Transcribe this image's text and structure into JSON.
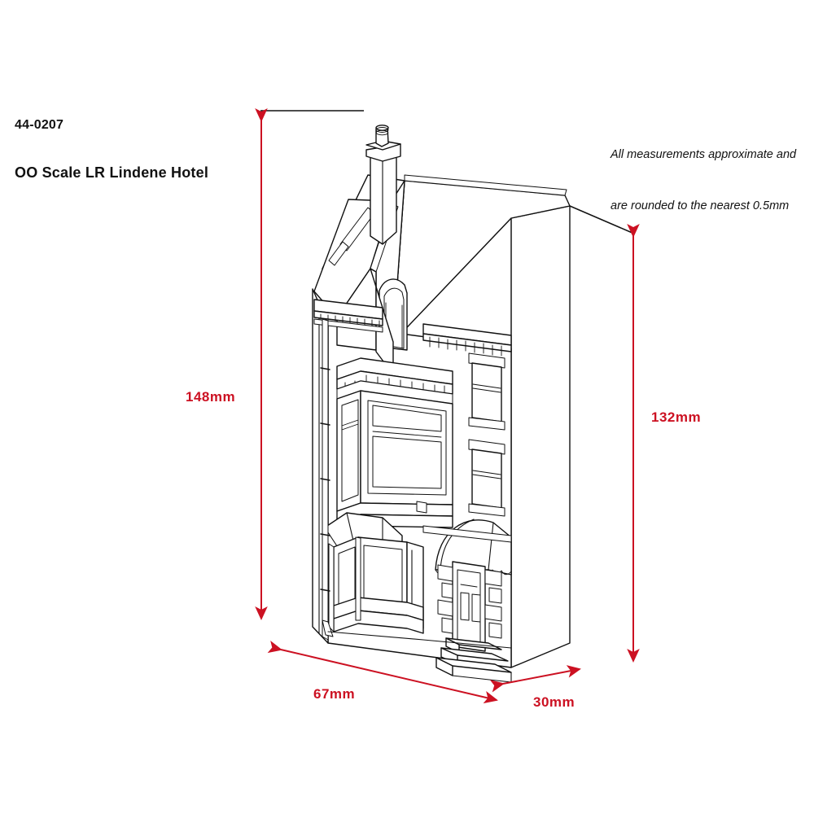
{
  "sheet": {
    "background": "#ffffff",
    "line_color": "#111111",
    "dimension_color": "#cc1122"
  },
  "title_block": {
    "product_code": "44-0207",
    "product_name": "OO Scale LR Lindene Hotel"
  },
  "note": {
    "line1": "All measurements approximate and",
    "line2": "are rounded to the nearest 0.5mm"
  },
  "dimensions": {
    "height": {
      "label": "148mm",
      "value": 148,
      "unit": "mm",
      "axis": "vertical-left"
    },
    "depth_height": {
      "label": "132mm",
      "value": 132,
      "unit": "mm",
      "axis": "vertical-right"
    },
    "width": {
      "label": "67mm",
      "value": 67,
      "unit": "mm",
      "axis": "horizontal-front"
    },
    "depth": {
      "label": "30mm",
      "value": 30,
      "unit": "mm",
      "axis": "horizontal-side"
    }
  },
  "model": {
    "subject": "Victorian corner hotel building kit",
    "view": "isometric three-quarter",
    "features": [
      "chimney-stack",
      "pitched-roof",
      "gothic-arch-dormer",
      "dentil-cornice",
      "first-floor-bay-window",
      "ground-floor-shop-bay",
      "shop-awning",
      "scalloped-door-canopy",
      "entrance-steps",
      "stone-quoins",
      "rainwater-downpipe",
      "sash-windows"
    ]
  }
}
